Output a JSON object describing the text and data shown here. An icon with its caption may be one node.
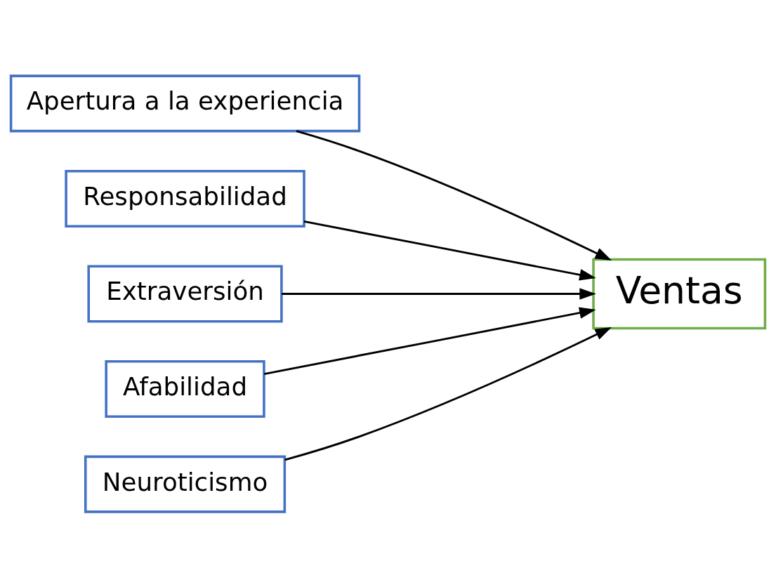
{
  "diagram": {
    "nodes": [
      {
        "text": [
          "Apertura a la experiencia"
        ]
      },
      {
        "text": [
          "Responsabilidad"
        ]
      },
      {
        "text": [
          "Extraversión"
        ]
      },
      {
        "text": [
          "Afabilidad"
        ]
      },
      {
        "text": [
          "Neuroticismo"
        ]
      },
      {
        "text": [
          "Ventas"
        ]
      }
    ],
    "edges": [
      {
        "from": 0,
        "to": 5,
        "arrow": "to"
      },
      {
        "from": 1,
        "to": 5,
        "arrow": "to"
      },
      {
        "from": 2,
        "to": 5,
        "arrow": "to"
      },
      {
        "from": 3,
        "to": 5,
        "arrow": "to"
      },
      {
        "from": 4,
        "to": 5,
        "arrow": "to"
      }
    ]
  }
}
